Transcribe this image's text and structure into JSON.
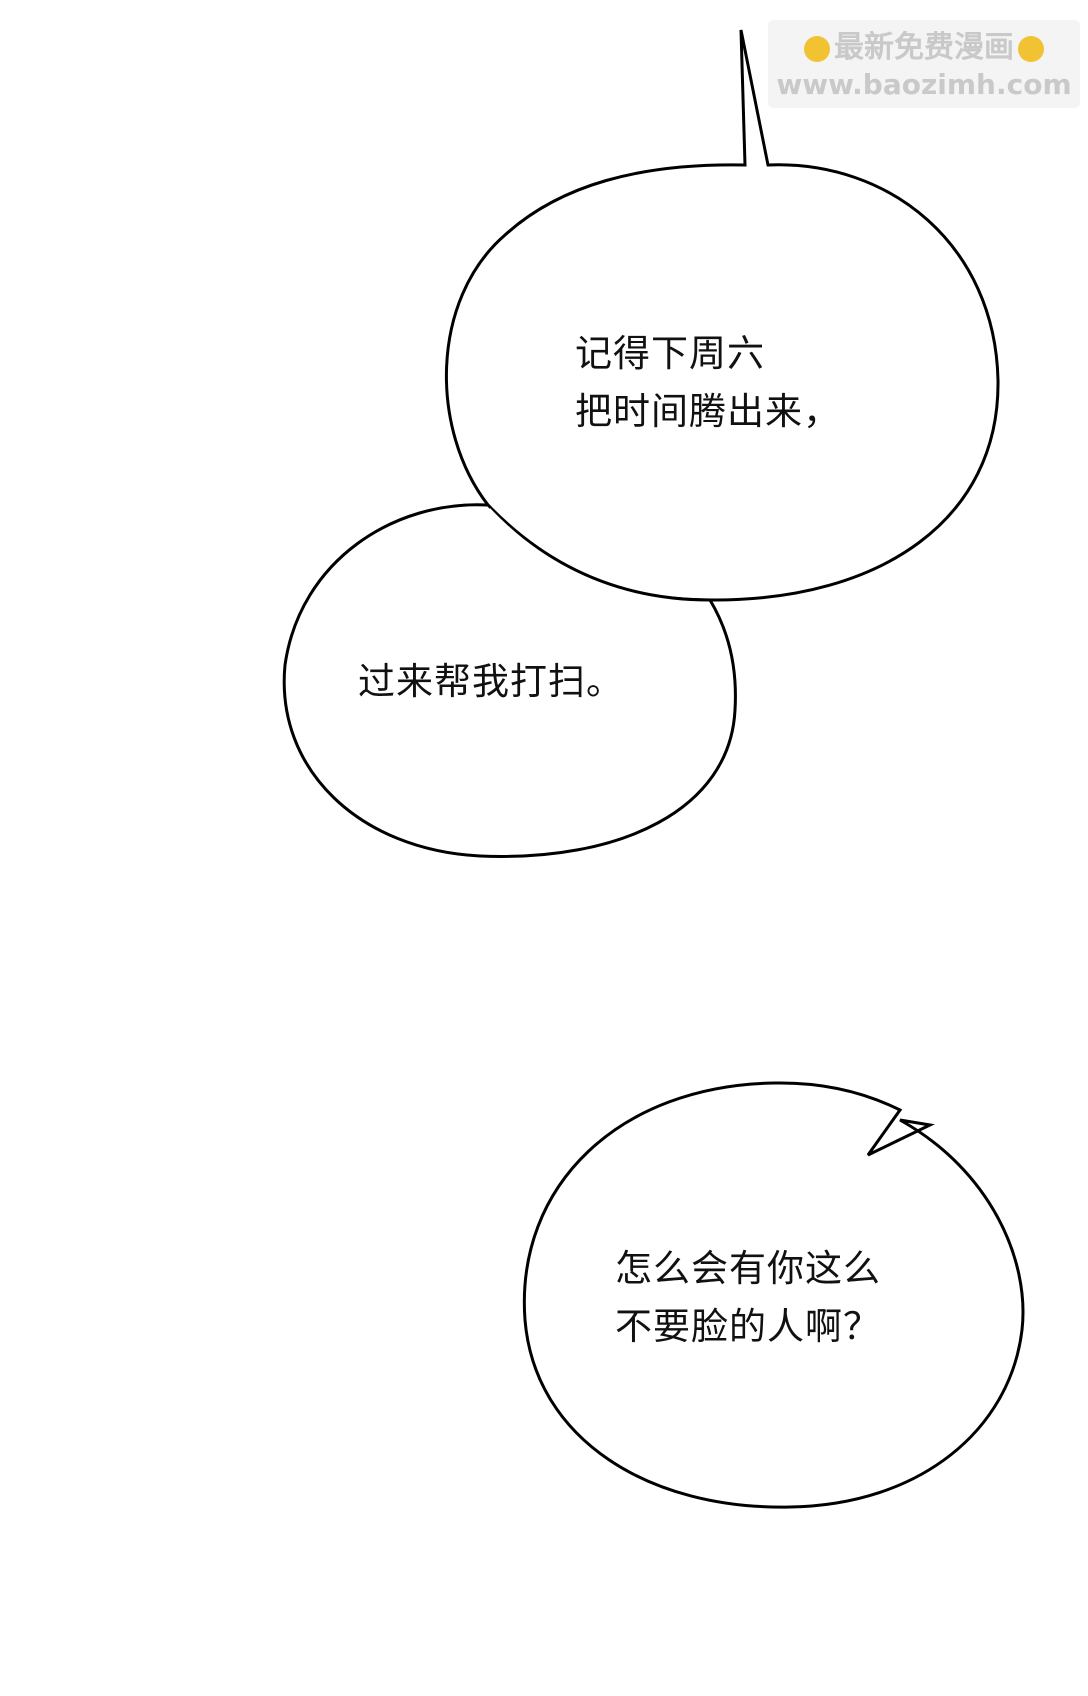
{
  "watermark": {
    "line1": "最新免费漫画",
    "line2": "www.baozimh.com",
    "icon": "pointing-hand-icon"
  },
  "bubbles": [
    {
      "text": "记得下周六\n把时间腾出来，"
    },
    {
      "text": "过来帮我打扫。"
    },
    {
      "text": "怎么会有你这么\n不要脸的人啊？"
    }
  ],
  "colors": {
    "stroke": "#000000",
    "fill": "#ffffff",
    "text": "#111111",
    "watermark": "#c9c9c9"
  }
}
